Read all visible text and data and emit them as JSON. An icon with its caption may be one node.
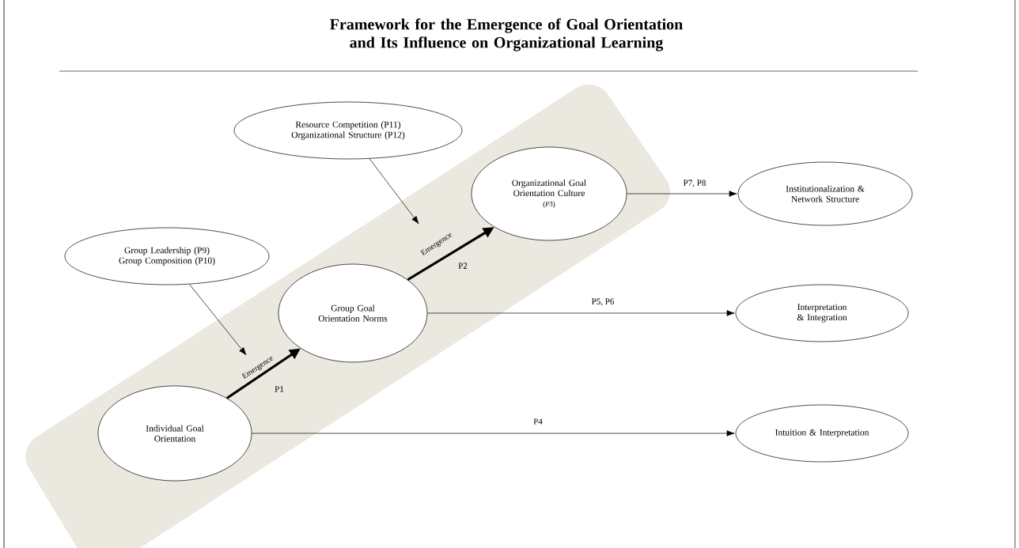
{
  "diagram": {
    "title": "Framework for the Emergence of Goal Orientation and Its Influence on Organizational Learning",
    "nodes": [
      {
        "text": [
          "Resource Competition (P11)",
          "Organizational Structure (P12)"
        ]
      },
      {
        "text": [
          "Organizational Goal Orientation Culture",
          "(P3)"
        ]
      },
      {
        "text": [
          "Institutionalization & Network Structure"
        ]
      },
      {
        "text": [
          "Group Leadership (P9)",
          "Group Composition (P10)"
        ]
      },
      {
        "text": [
          "Group Goal Orientation Norms"
        ]
      },
      {
        "text": [
          "Interpretation & Integration"
        ]
      },
      {
        "text": [
          "Individual Goal Orientation"
        ]
      },
      {
        "text": [
          "Intuition & Interpretation"
        ]
      }
    ],
    "edges": [
      {
        "from": 6,
        "to": 4,
        "arrow": "to",
        "label": "Emergence",
        "style": "thick"
      },
      {
        "from": 4,
        "to": 1,
        "arrow": "to",
        "label": "Emergence",
        "style": "thick"
      },
      {
        "from": 3,
        "to": null,
        "arrow": "to"
      },
      {
        "from": 0,
        "to": null,
        "arrow": "to"
      },
      {
        "from": 1,
        "to": 2,
        "arrow": "to",
        "label": "P7, P8"
      },
      {
        "from": 4,
        "to": 5,
        "arrow": "to",
        "label": "P5, P6"
      },
      {
        "from": 6,
        "to": 7,
        "arrow": "to",
        "label": "P4"
      }
    ],
    "labels": [
      "P2",
      "P1"
    ]
  }
}
